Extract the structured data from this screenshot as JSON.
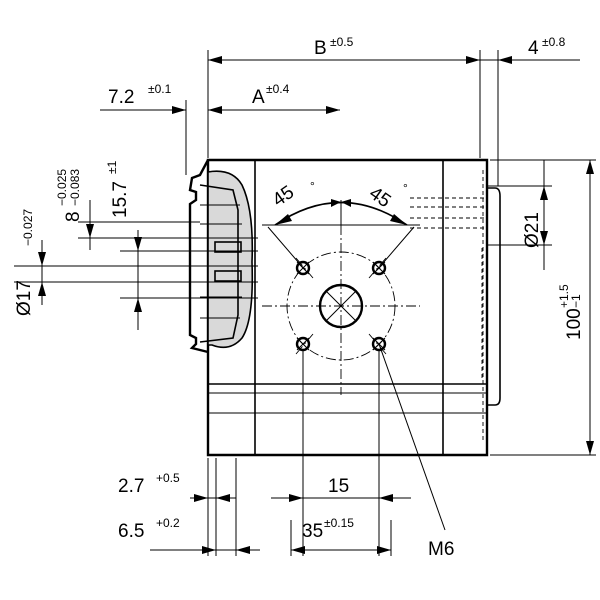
{
  "dimensions": {
    "B": {
      "label": "B",
      "tol": "±0.5"
    },
    "four": {
      "label": "4",
      "tol": "±0.8"
    },
    "seven_two": {
      "label": "7.2",
      "tol": "±0.1"
    },
    "A": {
      "label": "A",
      "tol": "±0.4"
    },
    "eight": {
      "label": "8",
      "tol_upper": "−0.025",
      "tol_lower": "−0.083"
    },
    "fifteen_seven": {
      "label": "15.7",
      "tol": "±1"
    },
    "diam17": {
      "label": "Ø17",
      "tol": "−0.027"
    },
    "angle_left": {
      "label": "45",
      "unit": "°"
    },
    "angle_right": {
      "label": "45",
      "unit": "°"
    },
    "diam21": {
      "label": "Ø21"
    },
    "hundred": {
      "label": "100",
      "tol_upper": "+1.5",
      "tol_lower": "−1"
    },
    "two_seven": {
      "label": "2.7",
      "tol": "+0.5"
    },
    "fifteen": {
      "label": "15"
    },
    "six_five": {
      "label": "6.5",
      "tol": "+0.2"
    },
    "thirtyfive": {
      "label": "35",
      "tol": "±0.15"
    },
    "m6": {
      "label": "M6"
    }
  }
}
